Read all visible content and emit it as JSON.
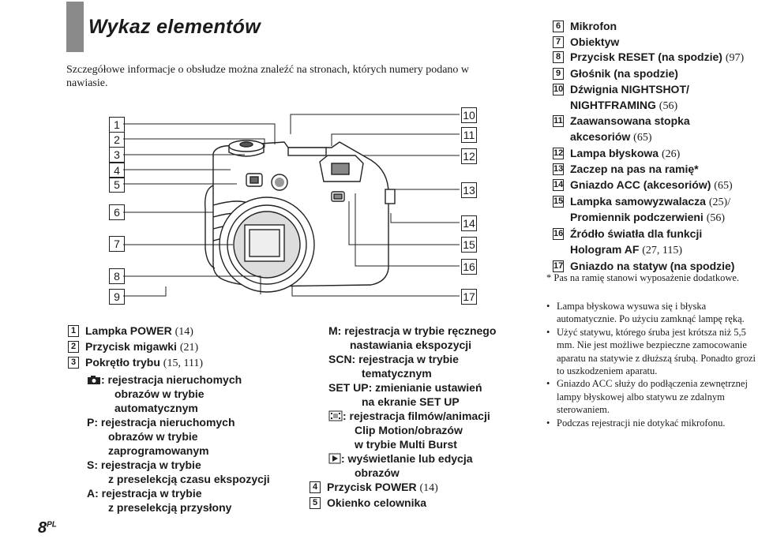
{
  "header": {
    "title": "Wykaz elementów"
  },
  "intro": "Szczegółowe informacje o obsłudze można znaleźć na stronach, których numery podano w nawiasie.",
  "camera_labels_left": [
    "1",
    "2",
    "3",
    "4",
    "5",
    "6",
    "7",
    "8",
    "9"
  ],
  "camera_labels_right": [
    "10",
    "11",
    "12",
    "13",
    "14",
    "15",
    "16",
    "17"
  ],
  "list_left": [
    {
      "num": "1",
      "text": "Lampka POWER",
      "ref": "(14)"
    },
    {
      "num": "2",
      "text": "Przycisk migawki",
      "ref": "(21)"
    },
    {
      "num": "3",
      "text": "Pokrętło trybu",
      "ref": "(15, 111)"
    }
  ],
  "modes_left": {
    "auto": ": rejestracja nieruchomych",
    "auto2": "obrazów w trybie",
    "auto3": "automatycznym",
    "p1": "P:   rejestracja nieruchomych",
    "p2": "obrazów w trybie",
    "p3": "zaprogramowanym",
    "s1": "S:   rejestracja w trybie",
    "s2": "z preselekcją czasu ekspozycji",
    "a1": "A:   rejestracja w trybie",
    "a2": "z preselekcją przysłony"
  },
  "modes_mid": {
    "m1": "M:   rejestracja w trybie ręcznego",
    "m2": "nastawiania ekspozycji",
    "scn1": "SCN: rejestracja w trybie",
    "scn2": "tematycznym",
    "set1": "SET UP: zmienianie ustawień",
    "set2": "na ekranie SET UP",
    "movie1": ": rejestracja filmów/animacji",
    "movie2": "Clip Motion/obrazów",
    "movie3": "w trybie Multi Burst",
    "play1": ": wyświetlanie lub edycja",
    "play2": "obrazów"
  },
  "list_mid": [
    {
      "num": "4",
      "text": "Przycisk POWER",
      "ref": "(14)"
    },
    {
      "num": "5",
      "text": "Okienko celownika",
      "ref": ""
    }
  ],
  "list_right": [
    {
      "num": "6",
      "text": "Mikrofon",
      "ref": ""
    },
    {
      "num": "7",
      "text": "Obiektyw",
      "ref": ""
    },
    {
      "num": "8",
      "text": "Przycisk RESET (na spodzie)",
      "ref": "(97)"
    },
    {
      "num": "9",
      "text": "Głośnik (na spodzie)",
      "ref": ""
    },
    {
      "num": "10",
      "text": "Dźwignia NIGHTSHOT/",
      "text2": "NIGHTFRAMING",
      "ref": "(56)"
    },
    {
      "num": "11",
      "text": "Zaawansowana stopka",
      "text2": "akcesoriów",
      "ref": "(65)"
    },
    {
      "num": "12",
      "text": "Lampa błyskowa",
      "ref": "(26)"
    },
    {
      "num": "13",
      "text": "Zaczep na pas na ramię*",
      "ref": ""
    },
    {
      "num": "14",
      "text": "Gniazdo ACC (akcesoriów)",
      "ref": "(65)"
    },
    {
      "num": "15",
      "text": "Lampka samowyzwalacza",
      "ref": "(25)/",
      "text2": "Promiennik podczerwieni",
      "ref2": "(56)"
    },
    {
      "num": "16",
      "text": "Źródło światła dla funkcji",
      "text2": "Hologram AF",
      "ref2": "(27, 115)"
    },
    {
      "num": "17",
      "text": "Gniazdo na statyw (na spodzie)",
      "ref": ""
    }
  ],
  "footnote": "* Pas na ramię stanowi wyposażenie dodatkowe.",
  "bullets": [
    "Lampa błyskowa wysuwa się i błyska automatycznie. Po użyciu zamknąć lampę ręką.",
    "Użyć statywu, którego śruba jest krótsza niż 5,5 mm. Nie jest możliwe bezpieczne zamocowanie aparatu na statywie z dłuższą śrubą. Ponadto grozi to uszkodzeniem aparatu.",
    "Gniazdo ACC służy do podłączenia zewnętrznej lampy błyskowej albo statywu ze zdalnym sterowaniem.",
    "Podczas rejestracji nie dotykać mikrofonu."
  ],
  "page": {
    "number": "8",
    "lang": "PL"
  }
}
